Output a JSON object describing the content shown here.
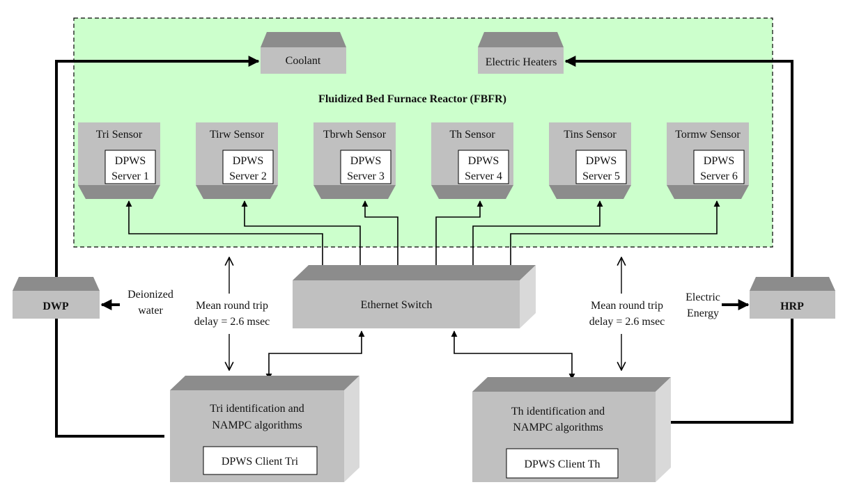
{
  "reactor": {
    "title": "Fluidized Bed Furnace Reactor (FBFR)",
    "coolant": "Coolant",
    "heaters": "Electric Heaters"
  },
  "sensors": [
    {
      "name": "Tri Sensor",
      "server_line1": "DPWS",
      "server_line2": "Server 1"
    },
    {
      "name": "Tirw Sensor",
      "server_line1": "DPWS",
      "server_line2": "Server 2"
    },
    {
      "name": "Tbrwh Sensor",
      "server_line1": "DPWS",
      "server_line2": "Server 3"
    },
    {
      "name": "Th Sensor",
      "server_line1": "DPWS",
      "server_line2": "Server 4"
    },
    {
      "name": "Tins Sensor",
      "server_line1": "DPWS",
      "server_line2": "Server 5"
    },
    {
      "name": "Tormw Sensor",
      "server_line1": "DPWS",
      "server_line2": "Server 6"
    }
  ],
  "switch": {
    "label": "Ethernet Switch"
  },
  "dwp": {
    "label": "DWP",
    "input_line1": "Deionized",
    "input_line2": "water"
  },
  "hrp": {
    "label": "HRP",
    "input_line1": "Electric",
    "input_line2": "Energy"
  },
  "delay_left": {
    "line1": "Mean round trip",
    "line2": "delay = 2.6 msec"
  },
  "delay_right": {
    "line1": "Mean round trip",
    "line2": "delay = 2.6 msec"
  },
  "client_tri": {
    "line1": "Tri identification and",
    "line2": "NAMPC algorithms",
    "client": "DPWS Client Tri"
  },
  "client_th": {
    "line1": "Th identification and",
    "line2": "NAMPC algorithms",
    "client": "DPWS Client Th"
  },
  "colors": {
    "reactor_fill": "#ccffcc",
    "box_face": "#c0c0c0",
    "box_top": "#8c8c8c",
    "box_side": "#d9d9d9"
  }
}
